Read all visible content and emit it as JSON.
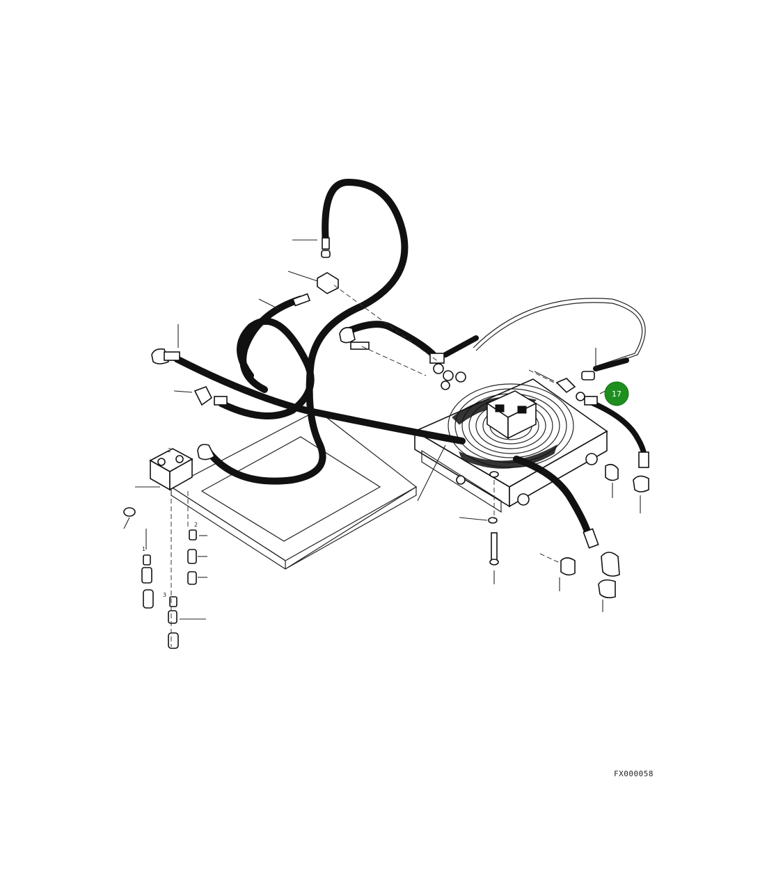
{
  "diagram": {
    "callouts": [
      {
        "id": "callout-17",
        "label": "17",
        "color": "#1e8f1e"
      }
    ],
    "reference_code": "FX000058",
    "small_labels": [
      "2",
      "2",
      "3",
      "1"
    ]
  }
}
